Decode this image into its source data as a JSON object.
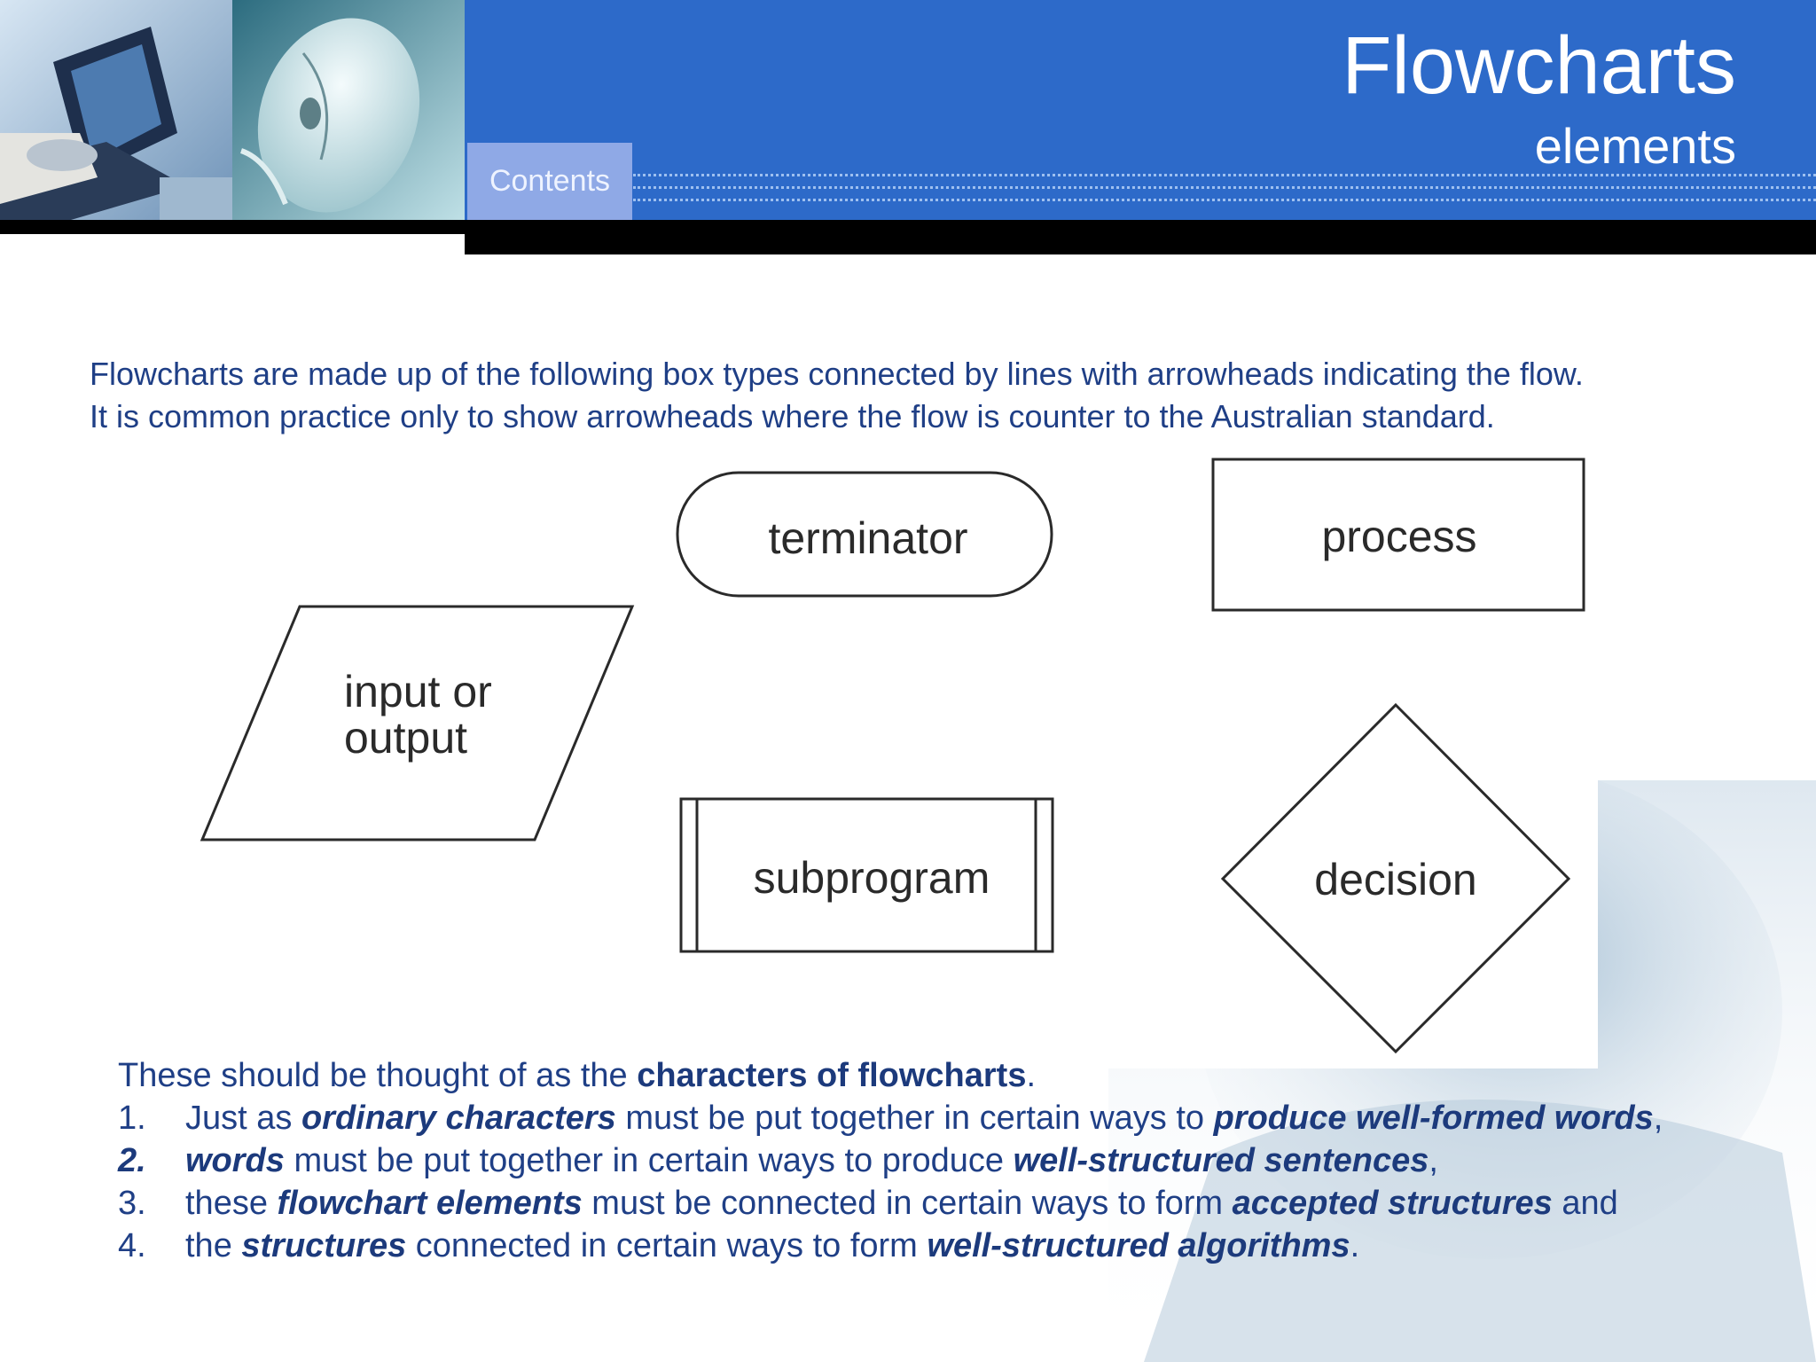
{
  "header": {
    "title": "Flowcharts",
    "subtitle": "elements",
    "contents_tab": "Contents",
    "images": [
      "laptop-photo",
      "computer-mouse-photo"
    ],
    "colors": {
      "band": "#2d6ac9",
      "tab": "#8fa9e6",
      "bar": "#000000",
      "text": "#1f3f86"
    }
  },
  "intro": {
    "line1": "Flowcharts are made up of the following box types connected by lines with arrowheads indicating the flow.",
    "line2": "It is common practice only to show arrowheads where the flow is counter to the Australian standard."
  },
  "diagram": {
    "terminator": "terminator",
    "process": "process",
    "io_line1": "input or",
    "io_line2": "output",
    "subprogram": "subprogram",
    "decision": "decision"
  },
  "lead": {
    "pre": "These should be thought of as the ",
    "bold": "characters of flowcharts",
    "post": "."
  },
  "points": [
    {
      "num": "1.",
      "t1": "Just as ",
      "b1": "ordinary characters",
      "t2": " must be put together in certain ways to ",
      "b2": "produce well-formed words",
      "t3": ","
    },
    {
      "num": "2.",
      "t1": "",
      "b1": "words",
      "t2": " must be put together in certain ways to produce ",
      "b2": "well-structured sentences",
      "t3": ","
    },
    {
      "num": "3.",
      "t1": "these ",
      "b1": "flowchart elements",
      "t2": " must be connected in certain ways to form ",
      "b2": "accepted structures",
      "t3": " and"
    },
    {
      "num": "4.",
      "t1": "the ",
      "b1": "structures",
      "t2": " connected in certain ways to form ",
      "b2": "well-structured algorithms",
      "t3": "."
    }
  ]
}
